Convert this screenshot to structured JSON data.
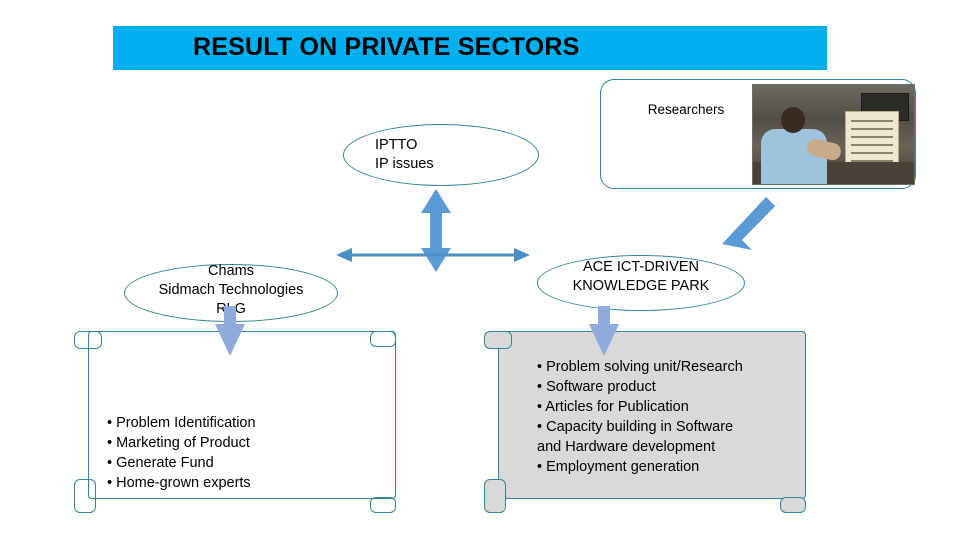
{
  "slide": {
    "title": "RESULT ON PRIVATE SECTORS",
    "banner_color": "#00B0F0",
    "shape_outline_color": "#31859C",
    "arrow_color": "#4A90C4"
  },
  "nodes": {
    "researchers": {
      "label": "Researchers",
      "photo_alt": "researcher-at-desk-photo"
    },
    "iptto": {
      "label": "IPTTO\nIP issues"
    },
    "chams": {
      "label": "Chams\nSidmach Technologies\nRLG"
    },
    "ace": {
      "label": "ACE ICT-DRIVEN\nKNOWLEDGE PARK"
    }
  },
  "panels": {
    "left": {
      "bullets": "• Problem Identification\n• Marketing of Product\n• Generate Fund\n• Home-grown experts"
    },
    "right": {
      "bullets": "• Problem solving unit/Research\n• Software product\n• Articles for Publication\n• Capacity building in  Software\nand Hardware  development\n• Employment generation"
    }
  }
}
